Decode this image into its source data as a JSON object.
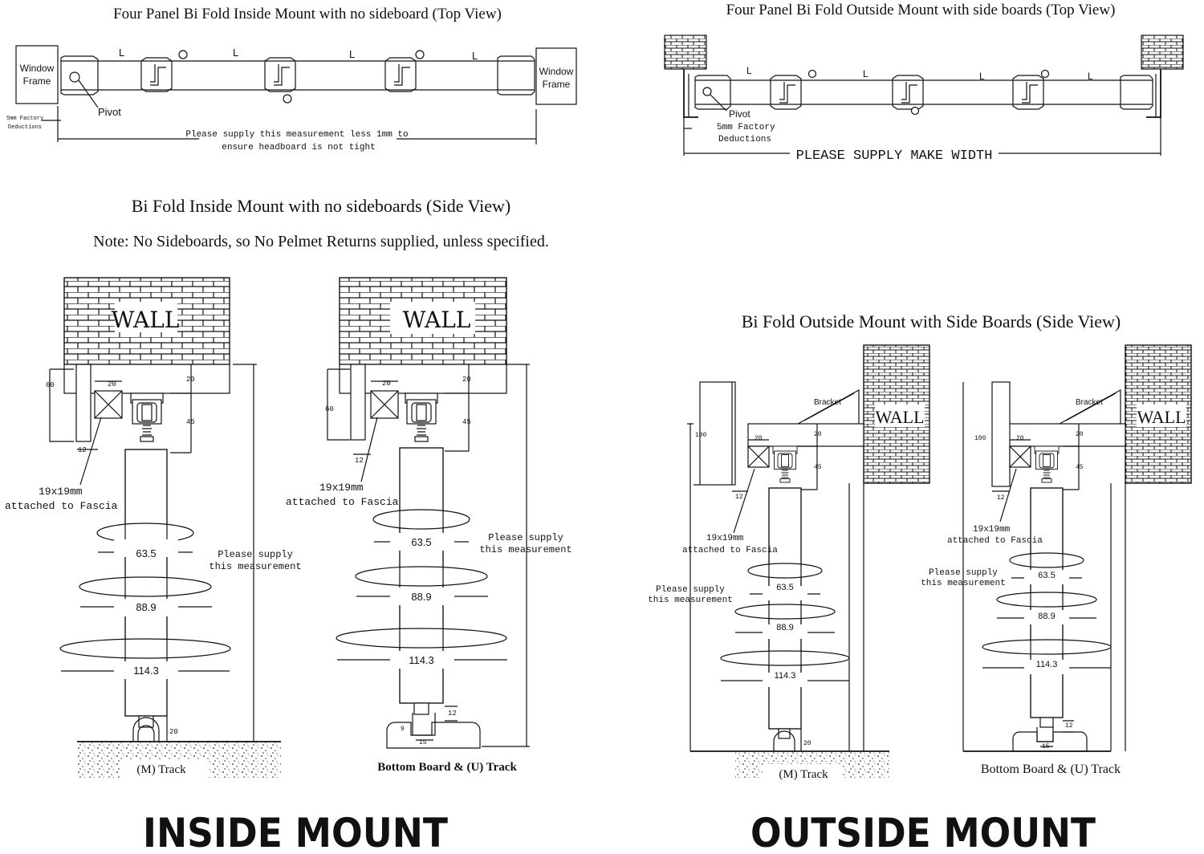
{
  "titles": {
    "top_left": "Four Panel Bi Fold Inside Mount with no sideboard (Top View)",
    "top_right": "Four Panel Bi Fold Outside Mount with side boards (Top View)",
    "side_left": "Bi Fold Inside Mount with no sideboards (Side View)",
    "side_left_note": "Note: No Sideboards, so No Pelmet Returns supplied, unless specified.",
    "side_right": "Bi Fold Outside Mount with Side Boards (Side View)"
  },
  "top_left_view": {
    "window_frame_line1": "Window",
    "window_frame_line2": "Frame",
    "panel_label": "L",
    "pivot": "Pivot",
    "deduction_line1": "5mm Factory",
    "deduction_line2": "Deductions",
    "measure_line1": "Please supply this measurement less 1mm to",
    "measure_line2": "ensure headboard is not tight"
  },
  "top_right_view": {
    "panel_label": "L",
    "pivot": "Pivot",
    "deduction_line1": "5mm Factory",
    "deduction_line2": "Deductions",
    "make_width": "PLEASE SUPPLY MAKE WIDTH"
  },
  "side_views": {
    "wall": "WALL",
    "bracket": "Bracket",
    "fascia_line1": "19x19mm",
    "fascia_line2": "attached to Fascia",
    "supply_line1": "Please supply",
    "supply_line2": "this measurement",
    "dim_60": "60",
    "dim_20": "20",
    "dim_45": "45",
    "dim_12": "12",
    "dim_100": "100",
    "dim_15": "15",
    "dim_9": "9",
    "dim_635": "63.5",
    "dim_889": "88.9",
    "dim_1143": "114.3",
    "m_track": "(M) Track",
    "u_track": "Bottom Board & (U) Track"
  },
  "banners": {
    "inside": "INSIDE MOUNT",
    "outside": "OUTSIDE MOUNT"
  }
}
